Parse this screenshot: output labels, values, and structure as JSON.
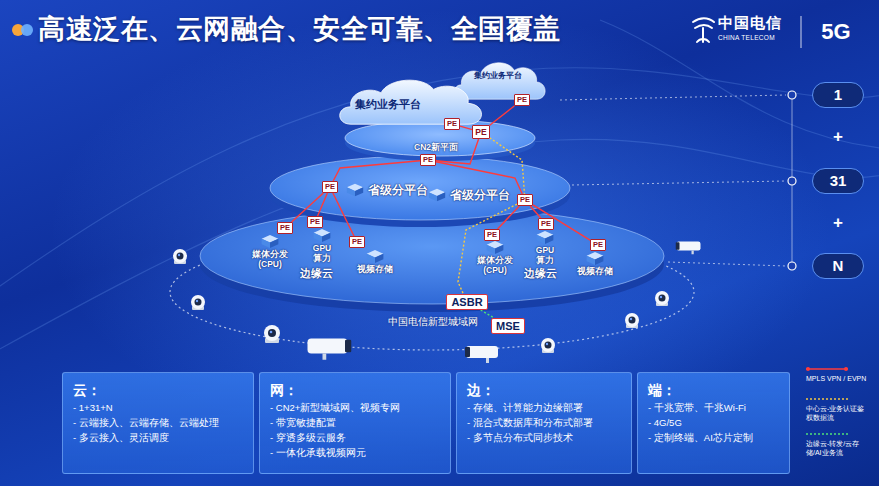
{
  "diagram": {
    "title": "高速泛在、云网融合、安全可靠、全国覆盖",
    "nodes": [
      {
        "text": [
          "集约业务平台"
        ]
      },
      {
        "text": [
          "PE"
        ],
        "in": 0
      },
      {
        "text": [
          "集约业务平台"
        ]
      },
      {
        "text": [
          "PE"
        ],
        "in": 2
      },
      {
        "text": [
          "PE"
        ]
      },
      {
        "text": [
          "PE"
        ]
      },
      {
        "text": [
          "PE"
        ]
      },
      {
        "text": [
          "省级分平台"
        ]
      },
      {
        "text": [
          "省级分平台"
        ]
      },
      {
        "text": [
          "PE"
        ]
      },
      {
        "text": [
          "PE"
        ]
      },
      {
        "text": [
          "媒体分发 (CPU)"
        ]
      },
      {
        "text": [
          "PE"
        ]
      },
      {
        "text": [
          "GPU 算力"
        ]
      },
      {
        "text": [
          "PE"
        ]
      },
      {
        "text": [
          "视频存储"
        ]
      },
      {
        "text": [
          "PE"
        ]
      },
      {
        "text": [
          "媒体分发 (CPU)"
        ]
      },
      {
        "text": [
          "PE"
        ]
      },
      {
        "text": [
          "GPU 算力"
        ]
      },
      {
        "text": [
          "PE"
        ]
      },
      {
        "text": [
          "视频存储"
        ]
      },
      {
        "text": [
          "ASBR"
        ]
      },
      {
        "text": [
          "MSE"
        ]
      },
      {
        "text": [
          "1"
        ]
      },
      {
        "text": [
          "31"
        ]
      },
      {
        "text": [
          "N"
        ]
      },
      {
        "text": [
          "云：",
          "- 1+31+N",
          "- 云端接入、云端存储、云端处理",
          "- 多云接入、灵活调度"
        ]
      },
      {
        "text": [
          "网：",
          "- CN2+新型城域网、视频专网",
          "- 带宽敏捷配置",
          "- 穿透多级云服务",
          "- 一体化承载视频网元"
        ]
      },
      {
        "text": [
          "边：",
          "- 存储、计算能力边缘部署",
          "- 混合式数据库和分布式部署",
          "- 多节点分布式同步技术"
        ]
      },
      {
        "text": [
          "端：",
          "- 千兆宽带、千兆Wi-Fi",
          "- 4G/5G",
          "- 定制终端、AI芯片定制"
        ]
      }
    ],
    "edges": [
      {
        "from": 1,
        "to": 4,
        "arrow": "none"
      },
      {
        "from": 3,
        "to": 4,
        "arrow": "none"
      },
      {
        "from": 4,
        "to": 5,
        "arrow": "none"
      },
      {
        "from": 5,
        "to": 6,
        "arrow": "none"
      },
      {
        "from": 5,
        "to": 9,
        "arrow": "none"
      },
      {
        "from": 6,
        "to": 10,
        "arrow": "none"
      },
      {
        "from": 6,
        "to": 12,
        "arrow": "none"
      },
      {
        "from": 6,
        "to": 14,
        "arrow": "none"
      },
      {
        "from": 9,
        "to": 16,
        "arrow": "none"
      },
      {
        "from": 9,
        "to": 18,
        "arrow": "none"
      },
      {
        "from": 9,
        "to": 20,
        "arrow": "none"
      },
      {
        "from": 4,
        "to": 9,
        "arrow": "none"
      },
      {
        "from": 9,
        "to": 22,
        "arrow": "none"
      },
      {
        "from": 22,
        "to": 23,
        "arrow": "none"
      }
    ],
    "labels": [
      "中国电信",
      "CHINA TELECOM",
      "5G",
      "CN2新平面",
      "边缘云",
      "边缘云",
      "中国电信新型城域网",
      "+",
      "+"
    ],
    "legend": [
      {
        "text": "MPLS VPN / EVPN"
      },
      {
        "text": "中心云-业务认证鉴权数据流"
      },
      {
        "text": "边缘云-转发/云存储/AI业务流"
      }
    ]
  }
}
